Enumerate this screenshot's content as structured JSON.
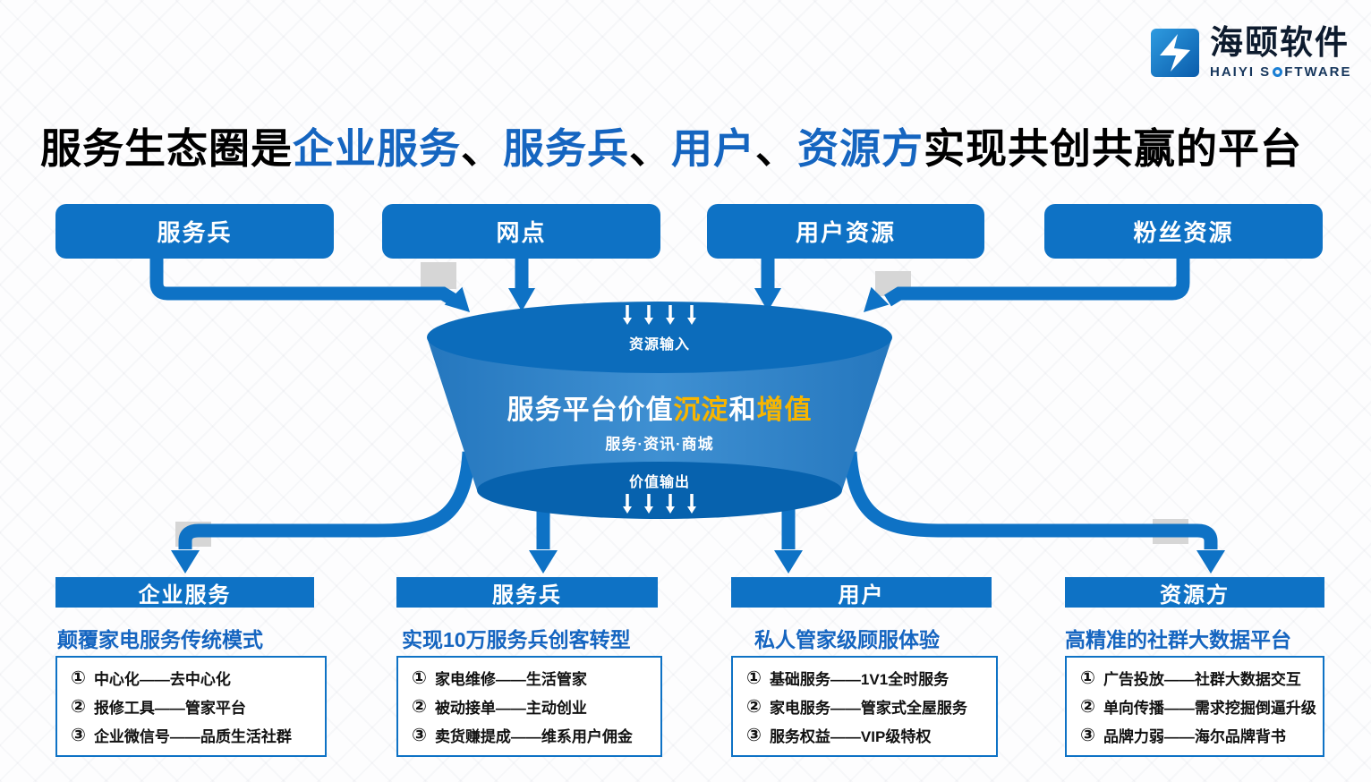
{
  "colors": {
    "primary": "#0e72c5",
    "accent": "#1565c0",
    "gold": "#f7b500",
    "funnel_top": "#0c6cbb",
    "funnel_body": "#2f84c8",
    "funnel_bottom": "#0762ae"
  },
  "logo": {
    "name": "海颐软件",
    "tagline_left": "HAIYI S",
    "tagline_right": "FTWARE"
  },
  "title": {
    "segments": [
      {
        "text": "服务生态圈是",
        "color": "#000000"
      },
      {
        "text": "企业服务",
        "color": "#1565c0"
      },
      {
        "text": "、",
        "color": "#000000"
      },
      {
        "text": "服务兵",
        "color": "#1565c0"
      },
      {
        "text": "、",
        "color": "#000000"
      },
      {
        "text": "用户",
        "color": "#1565c0"
      },
      {
        "text": "、",
        "color": "#000000"
      },
      {
        "text": "资源方",
        "color": "#1565c0"
      },
      {
        "text": "实现共创共赢的平台",
        "color": "#000000"
      }
    ]
  },
  "top_boxes": [
    {
      "label": "服务兵"
    },
    {
      "label": "网点"
    },
    {
      "label": "用户资源"
    },
    {
      "label": "粉丝资源"
    }
  ],
  "funnel": {
    "input_label": "资源输入",
    "title_segments": [
      {
        "text": "服务平台价值",
        "color": "#ffffff"
      },
      {
        "text": "沉淀",
        "color": "#f7b500"
      },
      {
        "text": "和",
        "color": "#ffffff"
      },
      {
        "text": "增值",
        "color": "#f7b500"
      }
    ],
    "subtitle": "服务·资讯·商城",
    "output_label": "价值输出"
  },
  "sections": [
    {
      "header": "企业服务",
      "subtitle": "颠覆家电服务传统模式",
      "items": [
        {
          "num": "①",
          "text": "中心化——去中心化"
        },
        {
          "num": "②",
          "text": "报修工具——管家平台"
        },
        {
          "num": "③",
          "text": "企业微信号——品质生活社群"
        }
      ]
    },
    {
      "header": "服务兵",
      "subtitle": "实现10万服务兵创客转型",
      "items": [
        {
          "num": "①",
          "text": "家电维修——生活管家"
        },
        {
          "num": "②",
          "text": "被动接单——主动创业"
        },
        {
          "num": "③",
          "text": "卖货赚提成——维系用户佣金"
        }
      ]
    },
    {
      "header": "用户",
      "subtitle": "私人管家级顾服体验",
      "items": [
        {
          "num": "①",
          "text": "基础服务——1V1全时服务"
        },
        {
          "num": "②",
          "text": "家电服务——管家式全屋服务"
        },
        {
          "num": "③",
          "text": "服务权益——VIP级特权"
        }
      ]
    },
    {
      "header": "资源方",
      "subtitle": "高精准的社群大数据平台",
      "items": [
        {
          "num": "①",
          "text": "广告投放——社群大数据交互"
        },
        {
          "num": "②",
          "text": "单向传播——需求挖掘倒逼升级"
        },
        {
          "num": "③",
          "text": "品牌力弱——海尔品牌背书"
        }
      ]
    }
  ]
}
